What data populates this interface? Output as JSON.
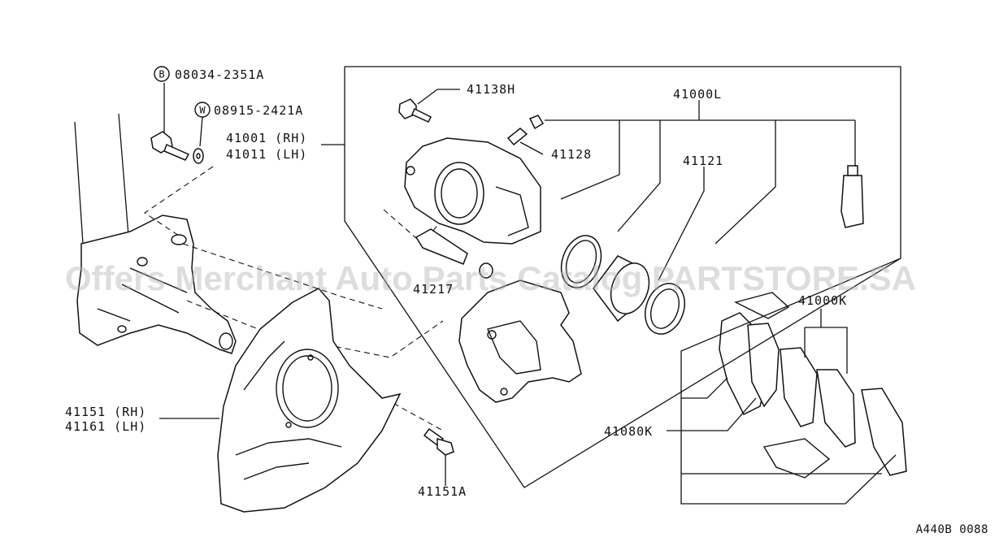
{
  "labels": {
    "bolt_b": "08034-2351A",
    "washer_w": "08915-2421A",
    "caliper_rh": "41001  (RH)",
    "caliper_lh": "41011  (LH)",
    "pin_bolt": "41138H",
    "bleeder": "41128",
    "kit": "41000L",
    "seal": "41121",
    "sleeve": "41217",
    "pad_kit": "41000K",
    "pad_set": "41080K",
    "plate_rh": "41151  (RH)",
    "plate_lh": "41161  (LH)",
    "plate_bolt": "41151A"
  },
  "circle_marks": {
    "b": "B",
    "w": "W"
  },
  "watermark": "Offers Merchant Auto Parts Catalog PARTSTORE.SA",
  "drawing_code": "A440B 0088"
}
